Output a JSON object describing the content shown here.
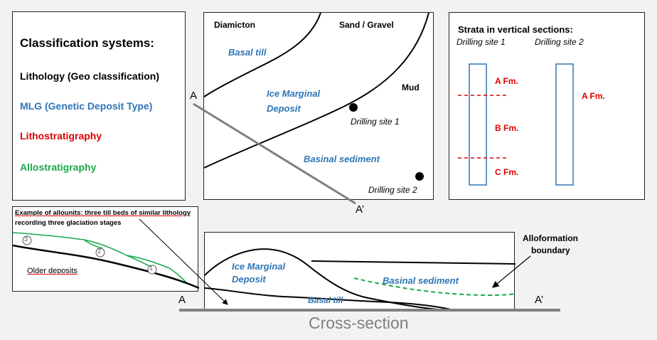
{
  "colors": {
    "black": "#000000",
    "blue": "#2e75b6",
    "red": "#e00000",
    "green": "#1aa84b",
    "gray_line": "#7f7f7f",
    "caption_gray": "#7f7f7f"
  },
  "legend": {
    "title": "Classification systems:",
    "items": [
      {
        "text": "Lithology (Geo classification)",
        "color": "#000000"
      },
      {
        "text": "MLG (Genetic Deposit Type)",
        "color": "#2e75b6"
      },
      {
        "text": "Lithostratigraphy",
        "color": "#e00000"
      },
      {
        "text": "Allostratigraphy",
        "color": "#1aa84b"
      }
    ]
  },
  "map": {
    "diamicton": "Diamicton",
    "sand_gravel": "Sand / Gravel",
    "mud": "Mud",
    "basal_till": "Basal till",
    "ice_marginal": "Ice Marginal",
    "deposit": "Deposit",
    "basinal_sediment": "Basinal sediment",
    "site1": "Drilling site 1",
    "site2": "Drilling site 2",
    "point_a": "A",
    "point_a_prime": "A’"
  },
  "strata": {
    "title": "Strata in vertical sections:",
    "col1_label": "Drilling site 1",
    "col2_label": "Drilling site 2",
    "site1_units": [
      "A Fm.",
      "B Fm.",
      "C Fm."
    ],
    "site2_units": [
      "A Fm."
    ]
  },
  "allounits": {
    "caption_line1": "Example of allounits: three till beds of similar lithology",
    "caption_line2": "recording three glaciation stages",
    "older_deposits": "Older deposits",
    "markers": [
      "3",
      "2",
      "1"
    ]
  },
  "cross_section": {
    "ice_marginal": "Ice Marginal",
    "deposit": "Deposit",
    "basinal_sediment": "Basinal sediment",
    "basal_till": "Basal till",
    "alloformation_line1": "Alloformation",
    "alloformation_line2": "boundary",
    "point_a": "A",
    "point_a_prime": "A’",
    "caption": "Cross-section"
  }
}
